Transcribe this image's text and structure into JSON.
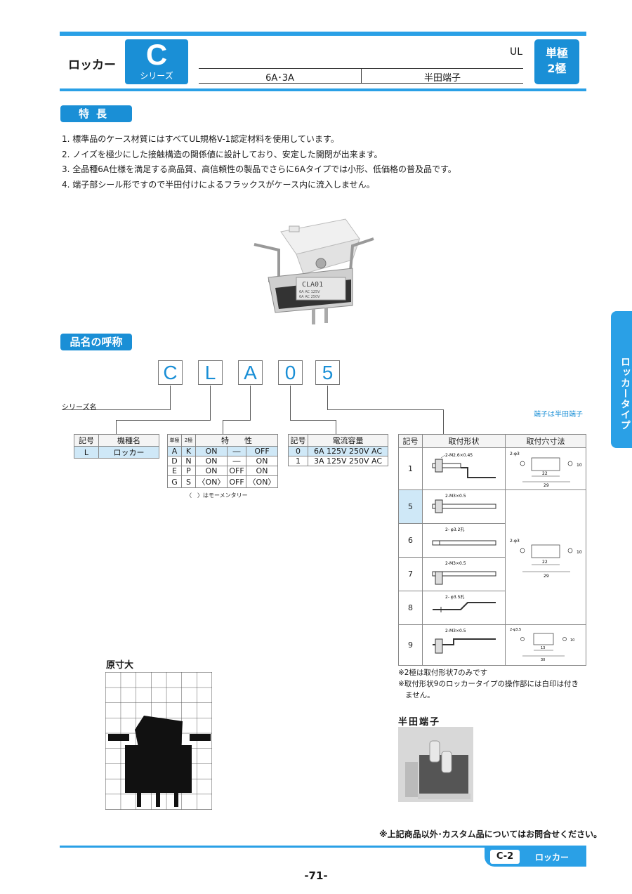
{
  "header": {
    "series_title": "ロッカー",
    "series_letter": "C",
    "series_sub": "シリーズ",
    "ul_label": "UL",
    "pole_line1": "単極",
    "pole_line2": "2極",
    "rating": "6A･3A",
    "terminal": "半田端子"
  },
  "features": {
    "tab_label": "特長",
    "items": [
      "1. 標準品のケース材質にはすべてUL規格V-1認定材料を使用しています。",
      "2. ノイズを極少にした接触構造の関係値に設計しており、安定した開閉が出来ます。",
      "3. 全品種6A仕様を満足する高品質、高信頼性の製品でさらに6Aタイプでは小形、低価格の普及品です。",
      "4. 端子部シール形ですので半田付けによるフラックスがケース内に流入しません。"
    ]
  },
  "product_photo": {
    "marking_line1": "CLA01",
    "marking_line2": "6A  AC  125V",
    "marking_line3": "6A  AC  250V"
  },
  "naming": {
    "tab_label": "品名の呼称",
    "codes": [
      "C",
      "L",
      "A",
      "0",
      "5"
    ],
    "series_name_label": "シリーズ名",
    "terminal_note": "端子は半田端子",
    "type_table": {
      "headers": [
        "記号",
        "機種名"
      ],
      "rows": [
        [
          "L",
          "ロッカー"
        ]
      ]
    },
    "char_table": {
      "headers": [
        "単極",
        "2極",
        "特　　性"
      ],
      "rows": [
        [
          "A",
          "K",
          "ON",
          "―",
          "OFF"
        ],
        [
          "D",
          "N",
          "ON",
          "―",
          "ON"
        ],
        [
          "E",
          "P",
          "ON",
          "OFF",
          "ON"
        ],
        [
          "G",
          "S",
          "〈ON〉",
          "OFF",
          "〈ON〉"
        ]
      ],
      "note": "〈　〉はモーメンタリー"
    },
    "current_table": {
      "headers": [
        "記号",
        "電流容量"
      ],
      "rows": [
        [
          "0",
          "6A 125V 250V AC"
        ],
        [
          "1",
          "3A 125V 250V AC"
        ]
      ]
    },
    "mount_table": {
      "headers": [
        "記号",
        "取付形状",
        "取付穴寸法"
      ],
      "rows": [
        {
          "code": "1",
          "label": "2-M2.6×0.45"
        },
        {
          "code": "5",
          "label": "2-M3×0.5"
        },
        {
          "code": "6",
          "label": "2- φ3.2孔"
        },
        {
          "code": "7",
          "label": "2-M3×0.5"
        },
        {
          "code": "8",
          "label": "2- φ3.5孔"
        },
        {
          "code": "9",
          "label": "2-M3×0.5"
        }
      ],
      "dim_a": {
        "hole": "2-φ3",
        "w1": "22",
        "w2": "29",
        "h": "10"
      },
      "dim_b": {
        "hole": "2-φ3",
        "w1": "22",
        "w2": "29",
        "h": "10"
      },
      "dim_c": {
        "hole": "2-φ3.5",
        "w1": "13",
        "w2": "30",
        "h": "10"
      }
    },
    "notes": [
      "※2極は取付形状7のみです",
      "※取付形状9のロッカータイプの操作部には白印は付き",
      "ません。"
    ]
  },
  "actual_size_label": "原寸大",
  "solder_label": "半田端子",
  "side_tab": "ロッカータイプ",
  "footer": {
    "note": "※上記商品以外･カスタム品についてはお問合せください。",
    "code": "C-2",
    "category": "ロッカー",
    "page": "-71-"
  },
  "colors": {
    "accent": "#1a8fd6",
    "highlight": "#cfe8f7"
  }
}
